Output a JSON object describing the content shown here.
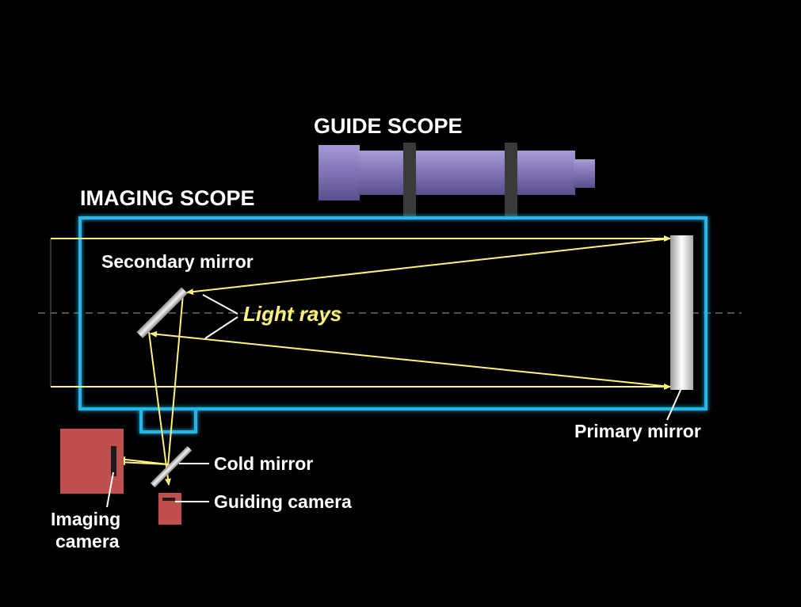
{
  "labels": {
    "guide_scope": "GUIDE SCOPE",
    "imaging_scope": "IMAGING SCOPE",
    "secondary_mirror": "Secondary mirror",
    "light_rays": "Light rays",
    "primary_mirror": "Primary mirror",
    "cold_mirror": "Cold mirror",
    "guiding_camera": "Guiding camera",
    "imaging_camera_line1": "Imaging",
    "imaging_camera_line2": "camera"
  },
  "colors": {
    "background": "#000000",
    "tube_outline": "#27b6e8",
    "ray": "#fff27a",
    "guide_scope": "#7d6fb0",
    "guide_scope_bands": "#3a3a3a",
    "camera_body": "#c0504d",
    "mirror": "#d8d8d8",
    "text": "#ffffff"
  }
}
